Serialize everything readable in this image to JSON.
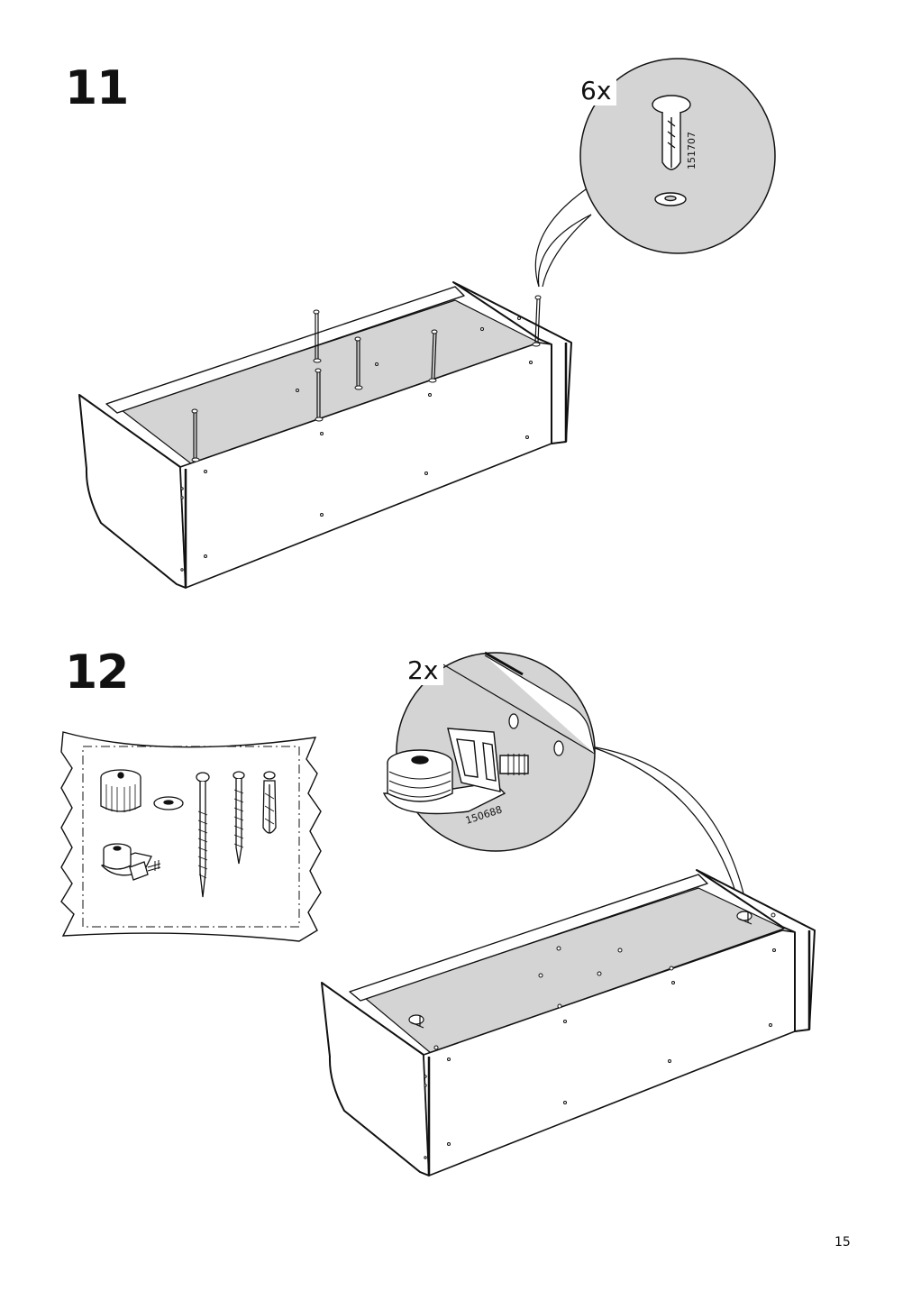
{
  "steps": [
    {
      "number": "11",
      "callout_qty": "6x",
      "part_number": "151707"
    },
    {
      "number": "12",
      "callout_qty": "2x",
      "part_number": "150688"
    }
  ],
  "page_number": "15",
  "icons": [
    "dowel-icon",
    "washer-icon",
    "leveling-foot-icon",
    "knurled-cap-icon",
    "long-screw-icon",
    "short-screw-icon",
    "wall-plug-icon"
  ]
}
